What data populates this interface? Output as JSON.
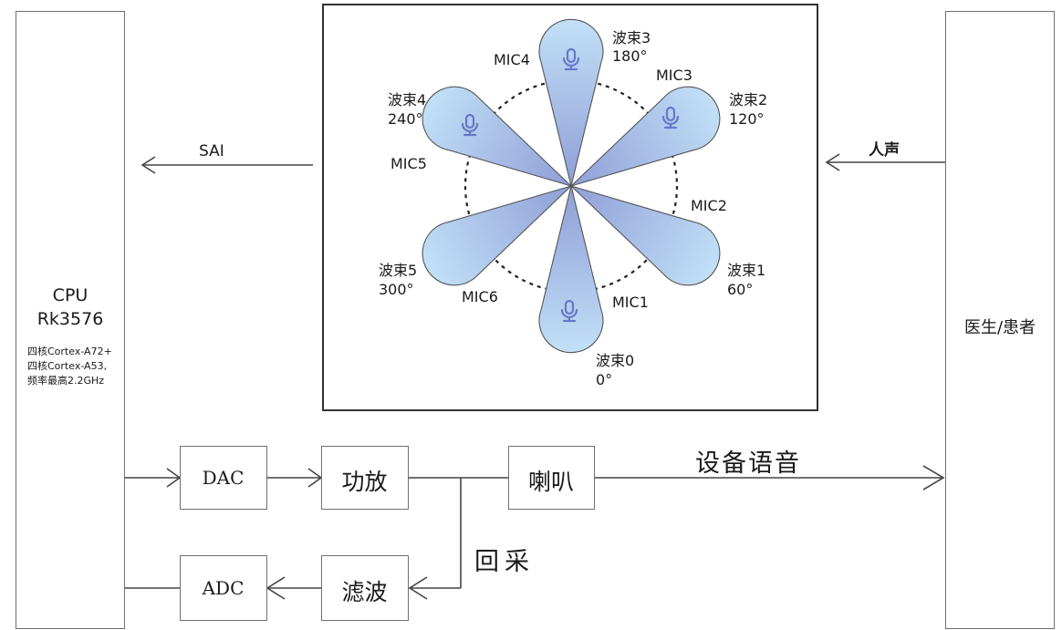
{
  "cpu": {
    "title": "CPU",
    "model": "Rk3576",
    "spec_line1": "四核Cortex-A72+",
    "spec_line2": "四核Cortex-A53,",
    "spec_line3": "频率最高2.2GHz"
  },
  "person": {
    "label": "医生/患者"
  },
  "sai_label": "SAI",
  "voice_label": "人声",
  "pipeline": {
    "dac": "DAC",
    "amp": "功放",
    "speaker": "喇叭",
    "device_voice": "设备语音",
    "loopback": "回采",
    "filter": "滤波",
    "adc": "ADC"
  },
  "mics": {
    "mic1": "MIC1",
    "mic2": "MIC2",
    "mic3": "MIC3",
    "mic4": "MIC4",
    "mic5": "MIC5",
    "mic6": "MIC6"
  },
  "beams": [
    {
      "name": "波束0",
      "angle": "0°"
    },
    {
      "name": "波束1",
      "angle": "60°"
    },
    {
      "name": "波束2",
      "angle": "120°"
    },
    {
      "name": "波束3",
      "angle": "180°"
    },
    {
      "name": "波束4",
      "angle": "240°"
    },
    {
      "name": "波束5",
      "angle": "300°"
    }
  ],
  "colors": {
    "lobe_light": "#c2e0f7",
    "lobe_dark": "#8f9ed7",
    "mic_icon": "#6878c8",
    "line": "#444444"
  }
}
